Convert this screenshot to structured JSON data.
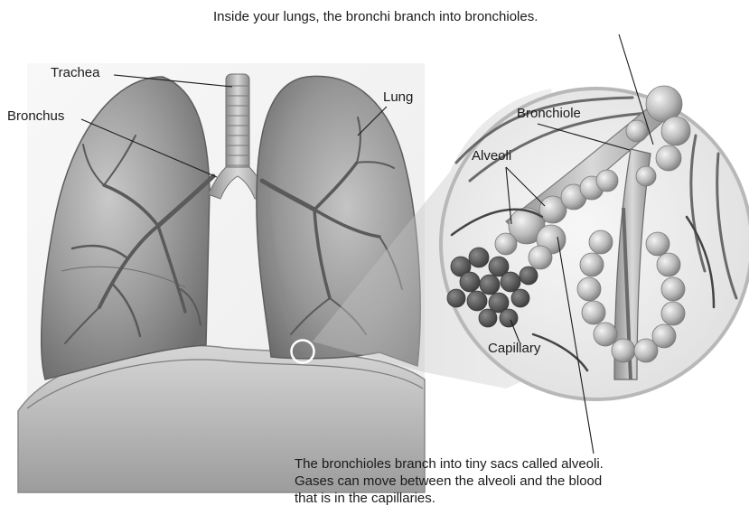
{
  "captions": {
    "top": "Inside your lungs, the bronchi branch into bronchioles.",
    "bottom_lines": [
      "The bronchioles branch into tiny sacs called alveoli.",
      "Gases can move between the alveoli and the blood",
      "that is in the capillaries."
    ]
  },
  "labels": {
    "trachea": "Trachea",
    "bronchus": "Bronchus",
    "lung": "Lung",
    "bronchiole": "Bronchiole",
    "alveoli": "Alveoli",
    "capillary": "Capillary"
  }
}
